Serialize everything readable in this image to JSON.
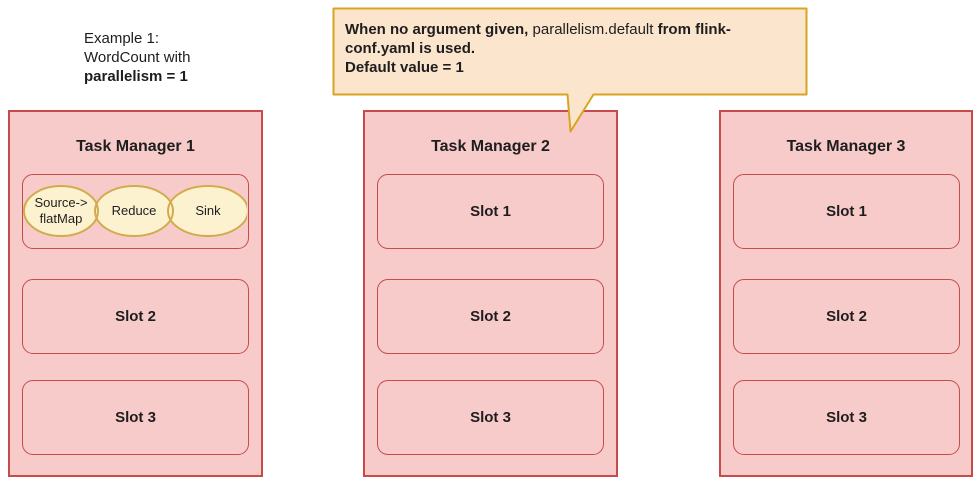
{
  "colors": {
    "tm_fill": "#f7cbca",
    "tm_border": "#c84b4b",
    "slot_border": "#c84b4b",
    "ellipse_fill": "#fdf2d0",
    "ellipse_stroke": "#d2ab4e",
    "callout_fill": "#fce5cd",
    "callout_stroke": "#d9a421",
    "text_color": "#1e1e1e"
  },
  "example_note": {
    "line1": "Example 1:",
    "line2": "WordCount with",
    "line3": "parallelism = 1"
  },
  "callout": {
    "bold1": "When no argument given, ",
    "regular": "parallelism.default",
    "bold2": " from flink-conf.yaml is used.",
    "line2": "Default value = 1"
  },
  "task_managers": [
    {
      "title": "Task Manager 1",
      "slot1_tasks": [
        {
          "label": "Source->\nflatMap"
        },
        {
          "label": "Reduce"
        },
        {
          "label": "Sink"
        }
      ],
      "slots": [
        {
          "label": "Slot 2"
        },
        {
          "label": "Slot 3"
        }
      ]
    },
    {
      "title": "Task Manager 2",
      "slots": [
        {
          "label": "Slot 1"
        },
        {
          "label": "Slot 2"
        },
        {
          "label": "Slot 3"
        }
      ]
    },
    {
      "title": "Task Manager 3",
      "slots": [
        {
          "label": "Slot 1"
        },
        {
          "label": "Slot 2"
        },
        {
          "label": "Slot 3"
        }
      ]
    }
  ]
}
